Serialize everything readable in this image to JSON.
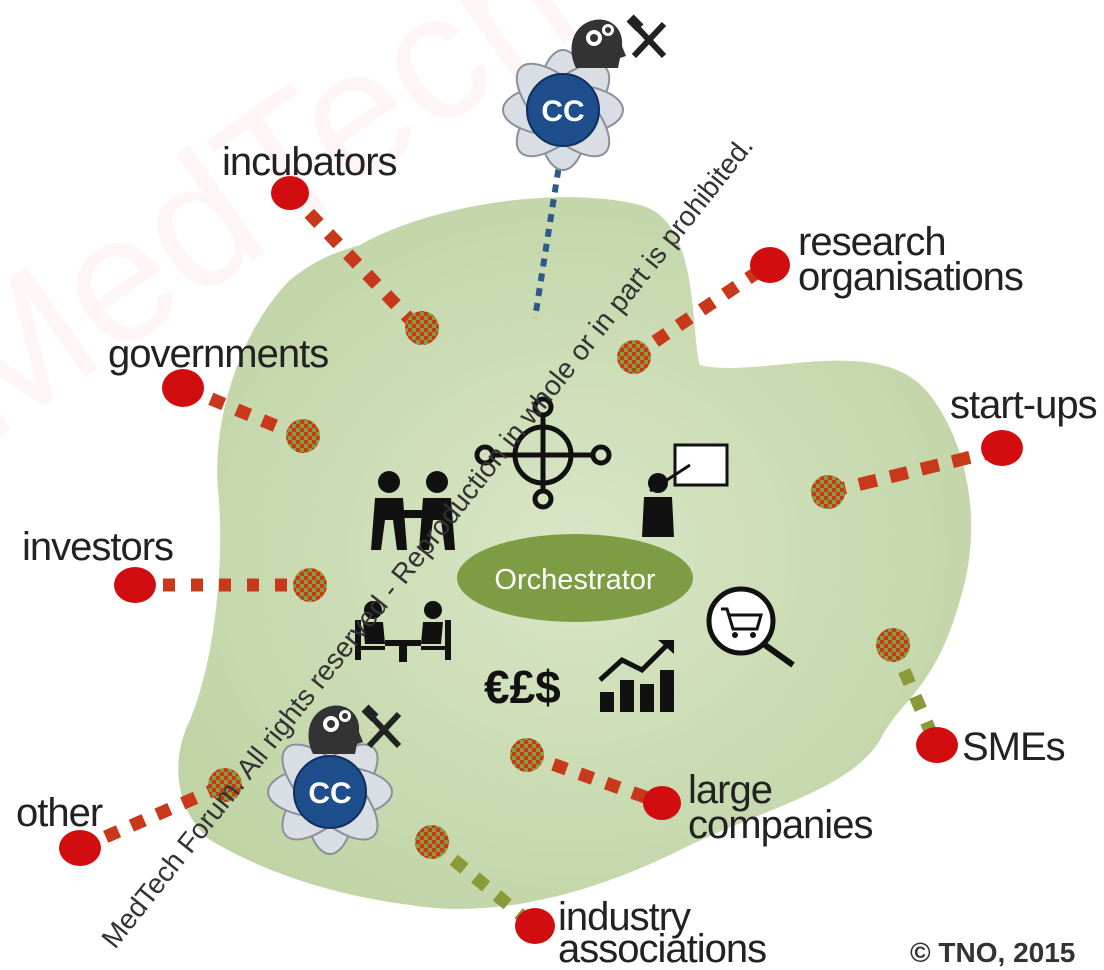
{
  "watermark": {
    "text": "MedTech Forum. All rights reserved - Reproduction in whole or in part is prohibited."
  },
  "background_watermark": [
    "MedTech Forum - Reproduction prohibited"
  ],
  "hub": {
    "label": "Orchestrator"
  },
  "competence_centres": [
    {
      "id": "cc-top",
      "label": "CC",
      "icons": [
        "gear-head-icon",
        "tools-icon"
      ]
    },
    {
      "id": "cc-bottom",
      "label": "CC",
      "icons": [
        "gear-head-icon",
        "tools-icon"
      ]
    }
  ],
  "central_icons": [
    {
      "id": "handshake",
      "icon": "handshake-icon"
    },
    {
      "id": "network",
      "icon": "network-hub-icon"
    },
    {
      "id": "teacher",
      "icon": "presentation-icon"
    },
    {
      "id": "meeting",
      "icon": "meeting-table-icon"
    },
    {
      "id": "market",
      "icon": "shopping-cart-search-icon"
    },
    {
      "id": "growth",
      "icon": "growth-chart-icon"
    },
    {
      "id": "money",
      "icon": "currency-icon",
      "text": "€£$"
    }
  ],
  "stakeholders": [
    {
      "id": "incubators",
      "lines": [
        "incubators"
      ]
    },
    {
      "id": "research",
      "lines": [
        "research",
        "organisations"
      ]
    },
    {
      "id": "governments",
      "lines": [
        "governments"
      ]
    },
    {
      "id": "startups",
      "lines": [
        "start-ups"
      ]
    },
    {
      "id": "investors",
      "lines": [
        "investors"
      ]
    },
    {
      "id": "smes",
      "lines": [
        "SMEs"
      ]
    },
    {
      "id": "other",
      "lines": [
        "other"
      ]
    },
    {
      "id": "large",
      "lines": [
        "large",
        "companies"
      ]
    },
    {
      "id": "industry",
      "lines": [
        "industry",
        "associations"
      ]
    }
  ],
  "copyright": "© TNO, 2015",
  "colors": {
    "blob": "#c9dbb1",
    "hub": "#7e9c43",
    "node": "#d10d10",
    "dash_red": "#c8391c",
    "dash_green": "#8a9a3a",
    "cc_blue": "#1e4e8c"
  }
}
